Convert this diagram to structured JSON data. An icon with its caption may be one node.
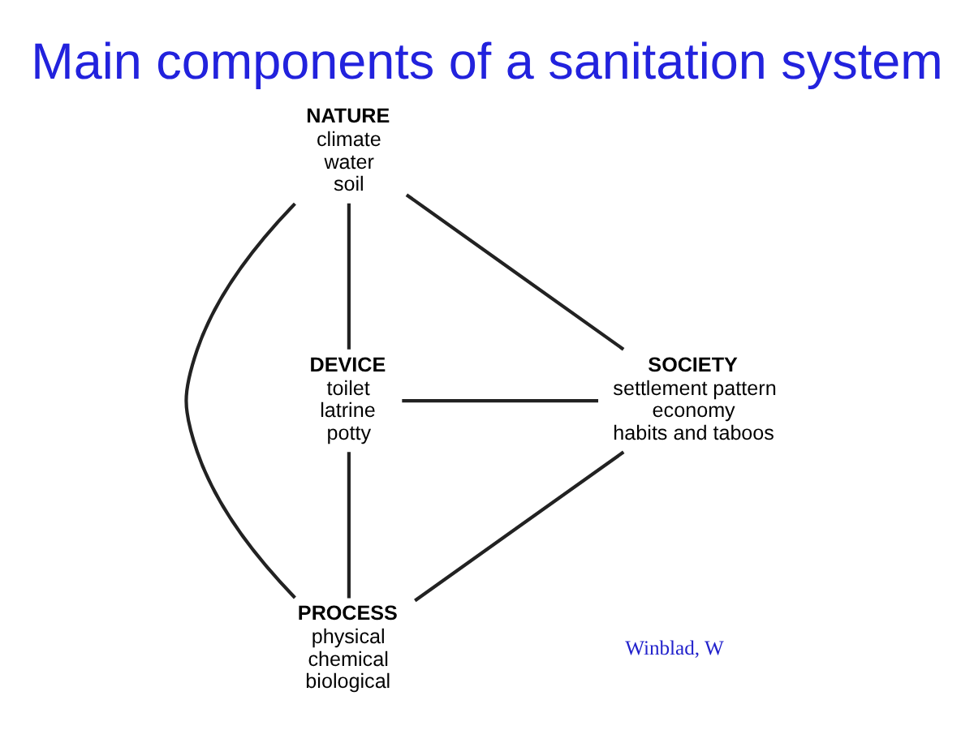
{
  "diagram": {
    "title": "Main components of a sanitation system",
    "nodes": [
      {
        "text": [
          "NATURE",
          "climate",
          "water",
          "soil"
        ]
      },
      {
        "text": [
          "DEVICE",
          "toilet",
          "latrine",
          "potty"
        ]
      },
      {
        "text": [
          "SOCIETY",
          "settlement pattern",
          "economy",
          "habits and taboos"
        ]
      },
      {
        "text": [
          "PROCESS",
          "physical",
          "chemical",
          "biological"
        ]
      }
    ],
    "edges": [
      {
        "from": 0,
        "to": 2,
        "arrow": "none"
      },
      {
        "from": 2,
        "to": 3,
        "arrow": "none"
      },
      {
        "from": 3,
        "to": 1,
        "arrow": "none"
      },
      {
        "from": 1,
        "to": 0,
        "arrow": "none"
      },
      {
        "from": 0,
        "to": 3,
        "arrow": "none"
      },
      {
        "from": 1,
        "to": 2,
        "arrow": "none"
      }
    ],
    "labels": [
      "Winblad, W"
    ]
  }
}
